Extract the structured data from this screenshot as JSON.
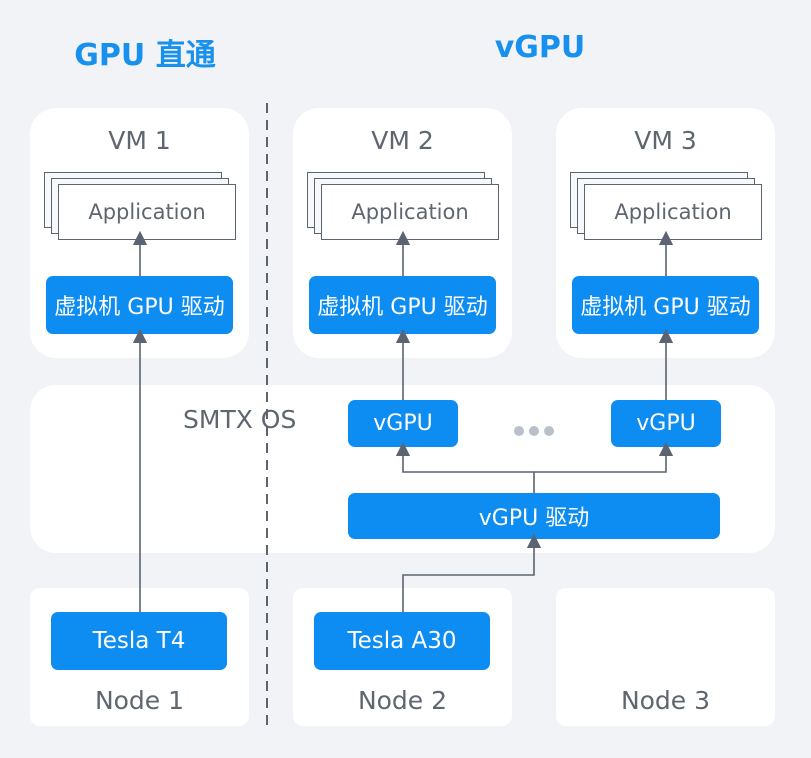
{
  "headings": {
    "passthrough": "GPU 直通",
    "vgpu": "vGPU"
  },
  "vms": [
    {
      "title": "VM 1",
      "app_label": "Application",
      "driver_label": "虚拟机 GPU 驱动"
    },
    {
      "title": "VM 2",
      "app_label": "Application",
      "driver_label": "虚拟机 GPU 驱动"
    },
    {
      "title": "VM 3",
      "app_label": "Application",
      "driver_label": "虚拟机 GPU 驱动"
    }
  ],
  "os": {
    "label": "SMTX OS",
    "vgpu_left": "vGPU",
    "vgpu_right": "vGPU",
    "vgpu_driver": "vGPU 驱动"
  },
  "nodes": [
    {
      "label": "Node 1",
      "gpu": "Tesla T4"
    },
    {
      "label": "Node 2",
      "gpu": "Tesla A30"
    },
    {
      "label": "Node 3"
    }
  ],
  "colors": {
    "accent": "#0d8cf2",
    "heading": "#1890ee",
    "panel": "#ffffff",
    "background": "#f1f3f6",
    "line": "#5b6470"
  }
}
